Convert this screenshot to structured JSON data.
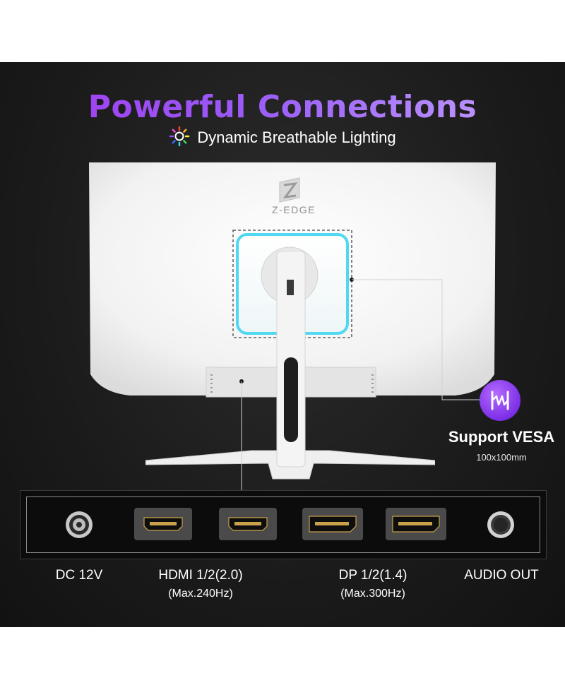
{
  "title": "Powerful Connections",
  "subtitle": "Dynamic Breathable Lighting",
  "brand": "Z-EDGE",
  "vesa": {
    "title": "Support VESA",
    "size": "100x100mm"
  },
  "ports": [
    {
      "label": "DC 12V",
      "sub": ""
    },
    {
      "label": "HDMI 1/2(2.0)",
      "sub": "(Max.240Hz)"
    },
    {
      "label": "DP 1/2(1.4)",
      "sub": "(Max.300Hz)"
    },
    {
      "label": "AUDIO OUT",
      "sub": ""
    }
  ],
  "colors": {
    "title_gradient_start": "#a238f0",
    "title_gradient_end": "#c6a6ff",
    "vesa_badge": "#7c2fe6",
    "lighting_glow": "#4fd8f0",
    "panel_bg": "#1b1b1b"
  }
}
